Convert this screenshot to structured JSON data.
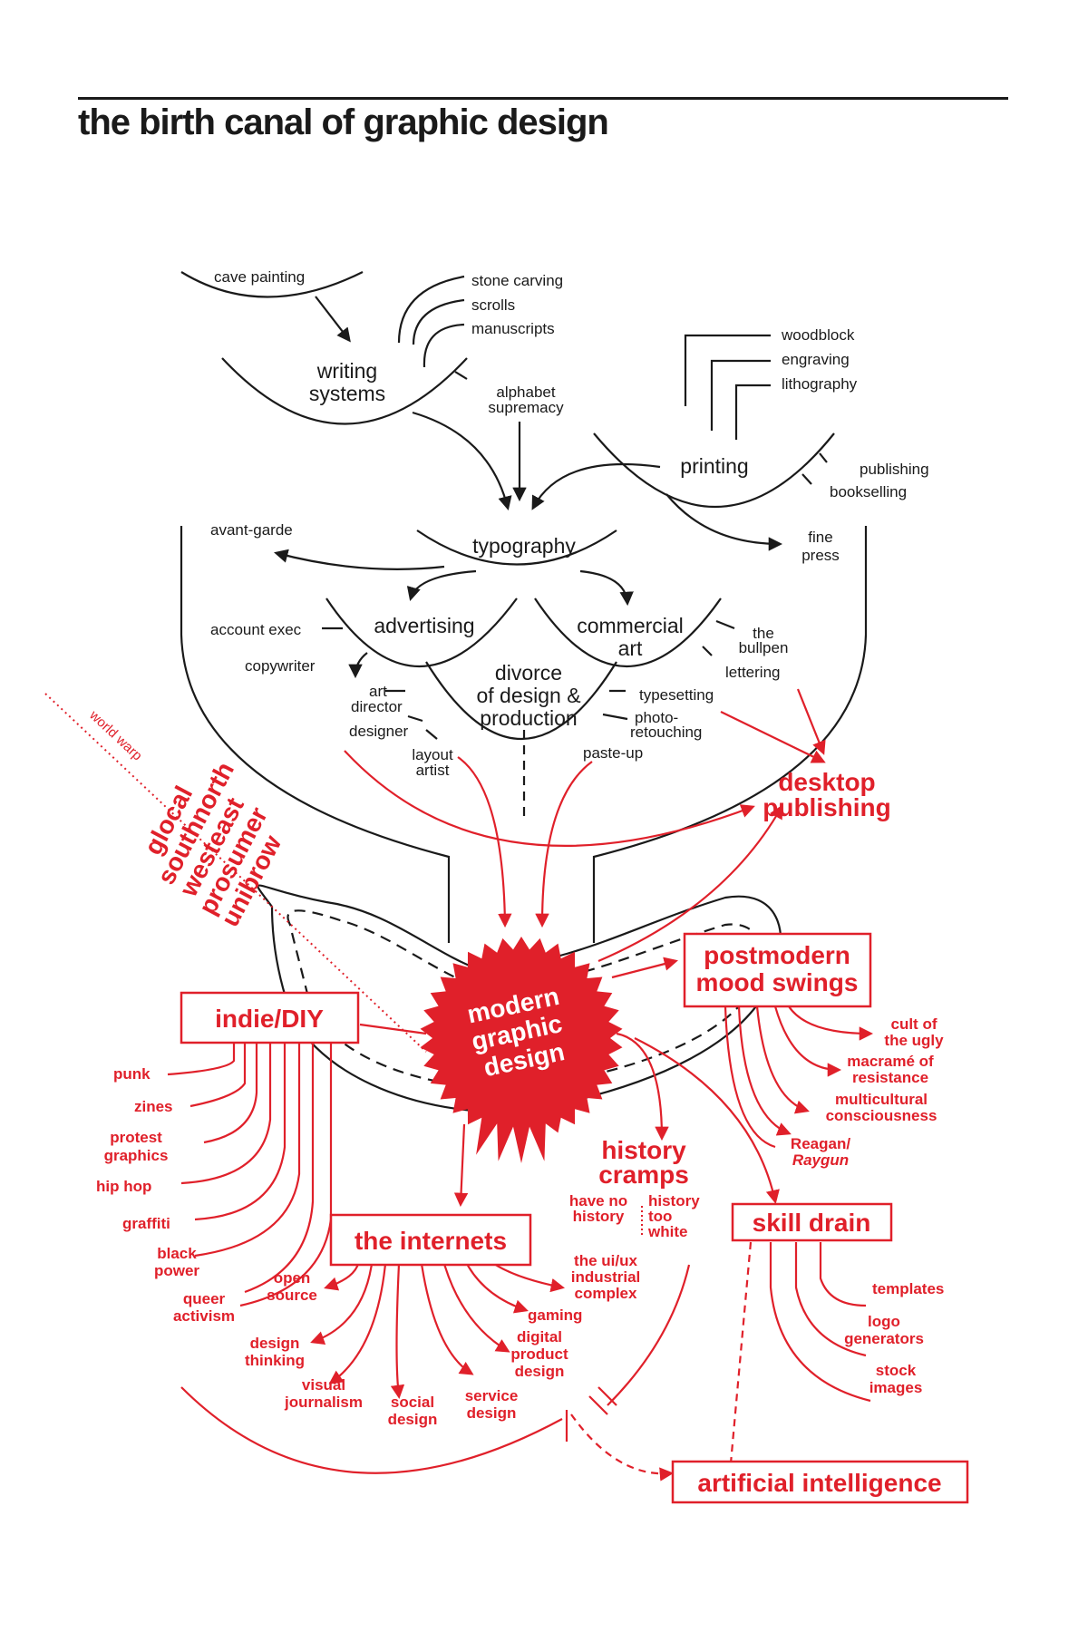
{
  "title": "the birth canal of graphic design",
  "colors": {
    "ink": "#1a1a1a",
    "accent": "#e0202a",
    "background": "#ffffff"
  },
  "nodes": {
    "cave_painting": "cave painting",
    "stone_carving": "stone carving",
    "scrolls": "scrolls",
    "manuscripts": "manuscripts",
    "writing_systems": [
      "writing",
      "systems"
    ],
    "alphabet_supremacy": [
      "alphabet",
      "supremacy"
    ],
    "woodblock": "woodblock",
    "engraving": "engraving",
    "lithography": "lithography",
    "printing": "printing",
    "publishing": "publishing",
    "bookselling": "bookselling",
    "fine_press": [
      "fine",
      "press"
    ],
    "avant_garde": "avant-garde",
    "typography": "typography",
    "advertising": "advertising",
    "commercial_art": [
      "commercial",
      "art"
    ],
    "account_exec": "account exec",
    "copywriter": "copywriter",
    "art_director": [
      "art",
      "director"
    ],
    "designer": "designer",
    "layout_artist": [
      "layout",
      "artist"
    ],
    "divorce": [
      "divorce",
      "of design &",
      "production"
    ],
    "the_bullpen": [
      "the",
      "bullpen"
    ],
    "lettering": "lettering",
    "typesetting": "typesetting",
    "photo_retouching": [
      "photo-",
      "retouching"
    ],
    "paste_up": "paste-up",
    "desktop_publishing": [
      "desktop",
      "publishing"
    ],
    "world_warp": "world warp",
    "glocal_words": [
      "glocal",
      "southnorth",
      "westeast",
      "prosumer",
      "unibrow"
    ],
    "modern_graphic_design": [
      "modern",
      "graphic",
      "design"
    ],
    "postmodern": [
      "postmodern",
      "mood swings"
    ],
    "cult_of_ugly": [
      "cult of",
      "the ugly"
    ],
    "macrame": [
      "macramé of",
      "resistance"
    ],
    "multicultural": [
      "multicultural",
      "consciousness"
    ],
    "reagan": [
      "Reagan/",
      "Raygun"
    ],
    "indie_diy": "indie/DIY",
    "punk": "punk",
    "zines": "zines",
    "protest_graphics": [
      "protest",
      "graphics"
    ],
    "hip_hop": "hip hop",
    "graffiti": "graffiti",
    "black_power": [
      "black",
      "power"
    ],
    "queer_activism": [
      "queer",
      "activism"
    ],
    "history_cramps": [
      "history",
      "cramps"
    ],
    "have_no_history": [
      "have no",
      "history"
    ],
    "history_too_white": [
      "history",
      "too",
      "white"
    ],
    "skill_drain": "skill drain",
    "templates": "templates",
    "logo_generators": [
      "logo",
      "generators"
    ],
    "stock_images": [
      "stock",
      "images"
    ],
    "the_internets": "the internets",
    "open_source": [
      "open",
      "source"
    ],
    "design_thinking": [
      "design",
      "thinking"
    ],
    "visual_journalism": [
      "visual",
      "journalism"
    ],
    "social_design": [
      "social",
      "design"
    ],
    "service_design": [
      "service",
      "design"
    ],
    "digital_product_design": [
      "digital",
      "product",
      "design"
    ],
    "gaming": "gaming",
    "ui_ux": [
      "the ui/ux",
      "industrial",
      "complex"
    ],
    "artificial_intelligence": "artificial intelligence"
  }
}
